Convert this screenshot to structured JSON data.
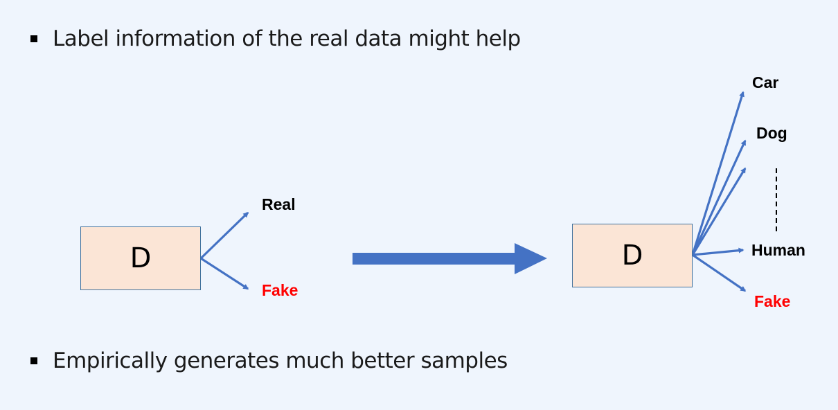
{
  "bullets": [
    "Label information of the real data might help",
    "Empirically generates much better samples"
  ],
  "left_box": {
    "label": "D",
    "outputs": [
      "Real",
      "Fake"
    ]
  },
  "right_box": {
    "label": "D",
    "outputs": [
      "Car",
      "Dog",
      "Human",
      "Fake"
    ]
  },
  "colors": {
    "background": "#eff5fd",
    "box_fill": "#fbe5d6",
    "box_border": "#41719c",
    "arrow": "#4472c4",
    "fake_text": "#ff0000",
    "label_text": "#000000"
  }
}
